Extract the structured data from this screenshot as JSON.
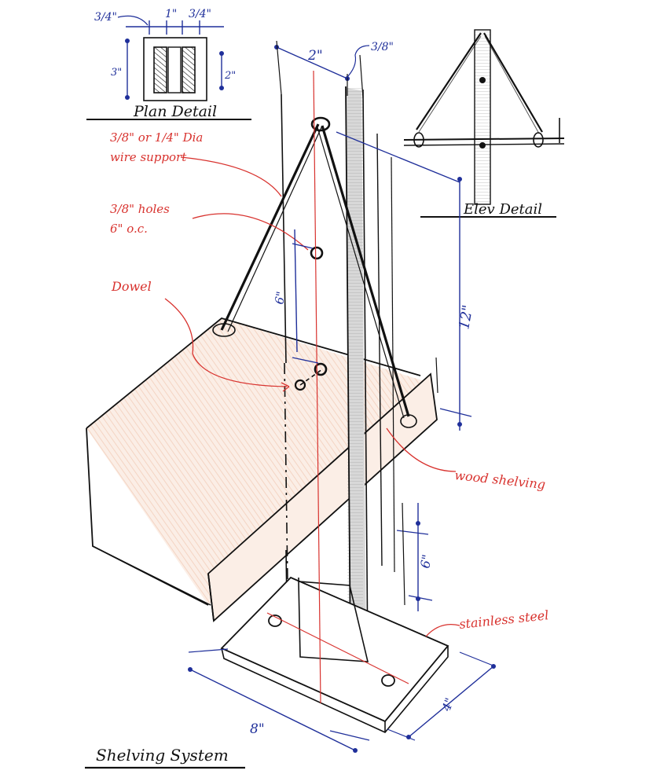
{
  "colors": {
    "black_ink": "#111111",
    "blue_ink": "#1f2f9a",
    "red_ink": "#d8322e",
    "wood_fill": "#f2c9b4",
    "post_grey": "#9a9a9a"
  },
  "plan_detail": {
    "title": "Plan Detail",
    "dims": {
      "left_quarter": "3/4\"",
      "center": "1\"",
      "right_quarter": "3/4\"",
      "height_left": "3\"",
      "height_right": "2\""
    }
  },
  "elev_detail": {
    "title": "Elev Detail"
  },
  "dimensions": {
    "post_width": "2\"",
    "gap": "3/8\"",
    "span_12": "12\"",
    "spacing_6_upper": "6\"",
    "spacing_6_lower": "6\"",
    "base_length": "8\"",
    "base_width": "4\""
  },
  "annotations": {
    "wire_support_line1": "3/8\" or 1/4\" Dia",
    "wire_support_line2": "wire support",
    "holes_line1": "3/8\" holes",
    "holes_line2": "6\" o.c.",
    "dowel": "Dowel",
    "wood_shelving": "wood shelving",
    "stainless_steel": "stainless steel"
  },
  "title_block": {
    "title": "Shelving System"
  }
}
